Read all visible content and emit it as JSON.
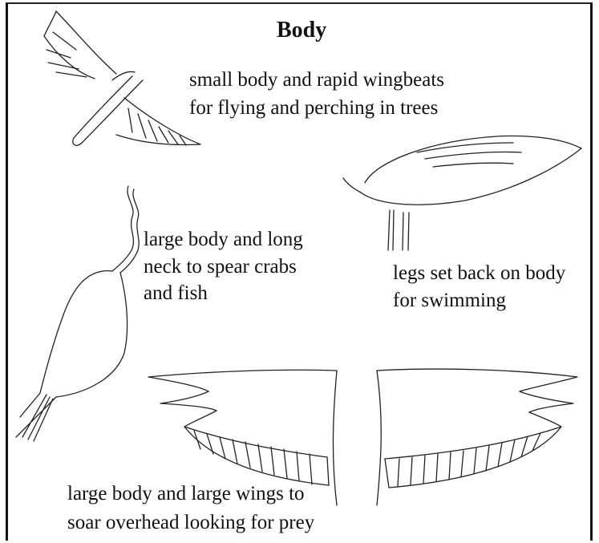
{
  "title": "Body",
  "captions": {
    "perching": [
      "small body and rapid wingbeats",
      "for flying and perching in trees"
    ],
    "wading": [
      "large body and long",
      "neck to spear  crabs",
      "and fish"
    ],
    "swimming": [
      "legs set back on body",
      "for swimming"
    ],
    "soaring": [
      "large body and large wings to",
      "soar overhead looking for prey"
    ]
  }
}
